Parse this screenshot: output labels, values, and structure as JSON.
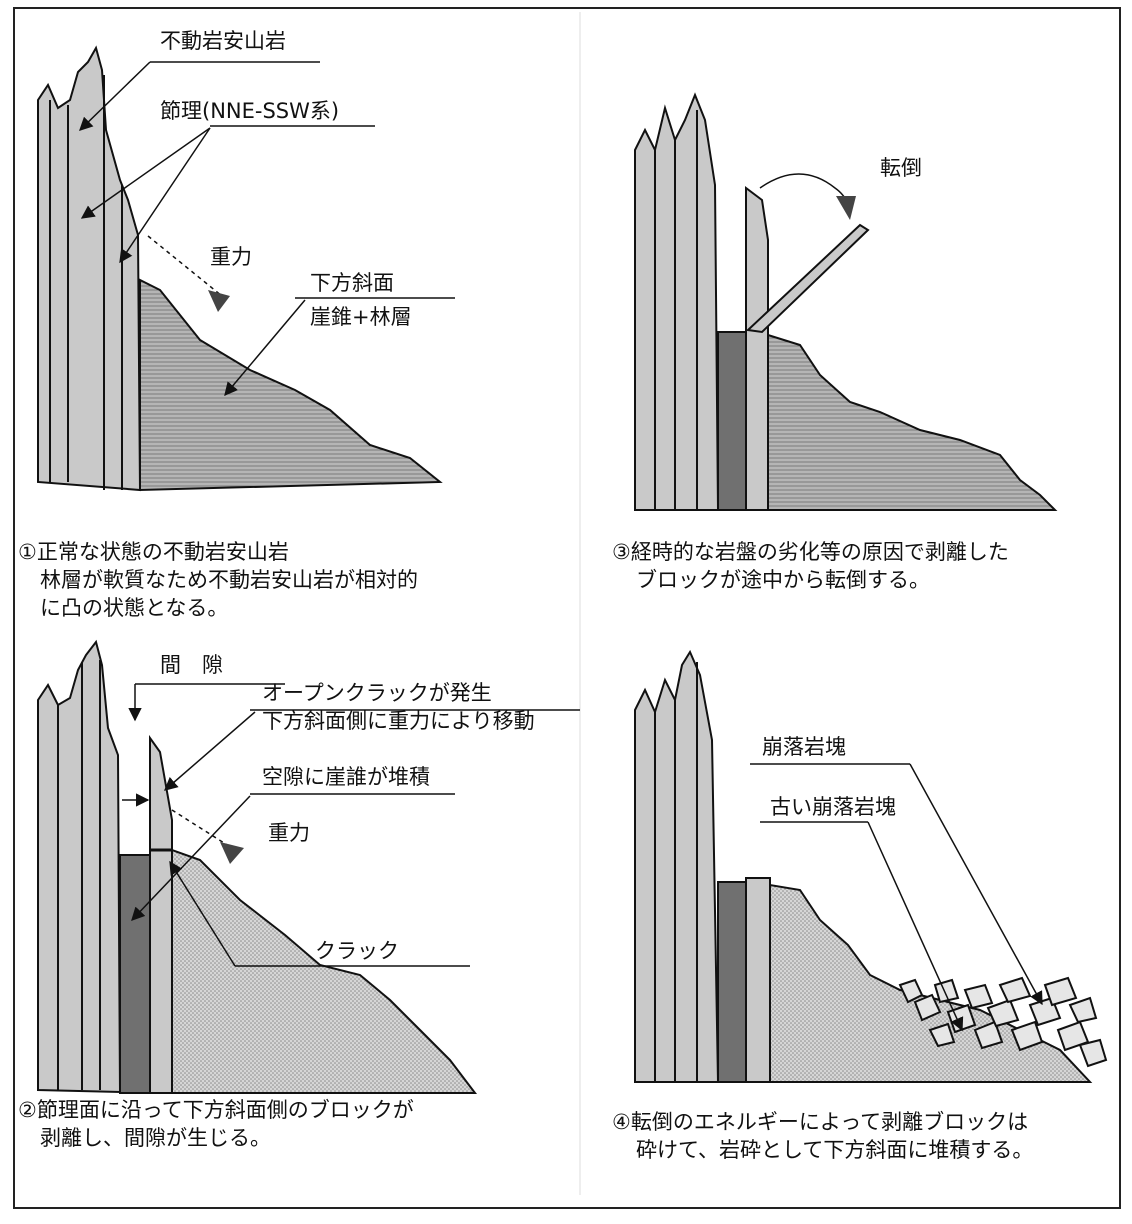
{
  "colors": {
    "rock": "#c9c9c9",
    "slope": "#a8a8a8",
    "dark": "#707070",
    "ink": "#111111"
  },
  "panel1": {
    "label_rock": "不動岩安山岩",
    "label_joint": "節理(NNE-SSW系)",
    "label_gravity": "重力",
    "label_slope_1": "下方斜面",
    "label_slope_2": "崖錐+林層",
    "caption_1": "①正常な状態の不動岩安山岩",
    "caption_2": "林層が軟質なため不動岩安山岩が相対的",
    "caption_3": "に凸の状態となる。"
  },
  "panel2": {
    "label_gap": "間　隙",
    "label_crack_1": "オープンクラックが発生",
    "label_crack_2": "下方斜面側に重力により移動",
    "label_fill": "空隙に崖誰が堆積",
    "label_gravity": "重力",
    "label_crack": "クラック",
    "caption_1": "②節理面に沿って下方斜面側のブロックが",
    "caption_2": "剥離し、間隙が生じる。"
  },
  "panel3": {
    "label_topple": "転倒",
    "caption_1": "③経時的な岩盤の劣化等の原因で剥離した",
    "caption_2": "ブロックが途中から転倒する。"
  },
  "panel4": {
    "label_fallen": "崩落岩塊",
    "label_old": "古い崩落岩塊",
    "caption_1": "④転倒のエネルギーによって剥離ブロックは",
    "caption_2": "砕けて、岩砕として下方斜面に堆積する。"
  }
}
